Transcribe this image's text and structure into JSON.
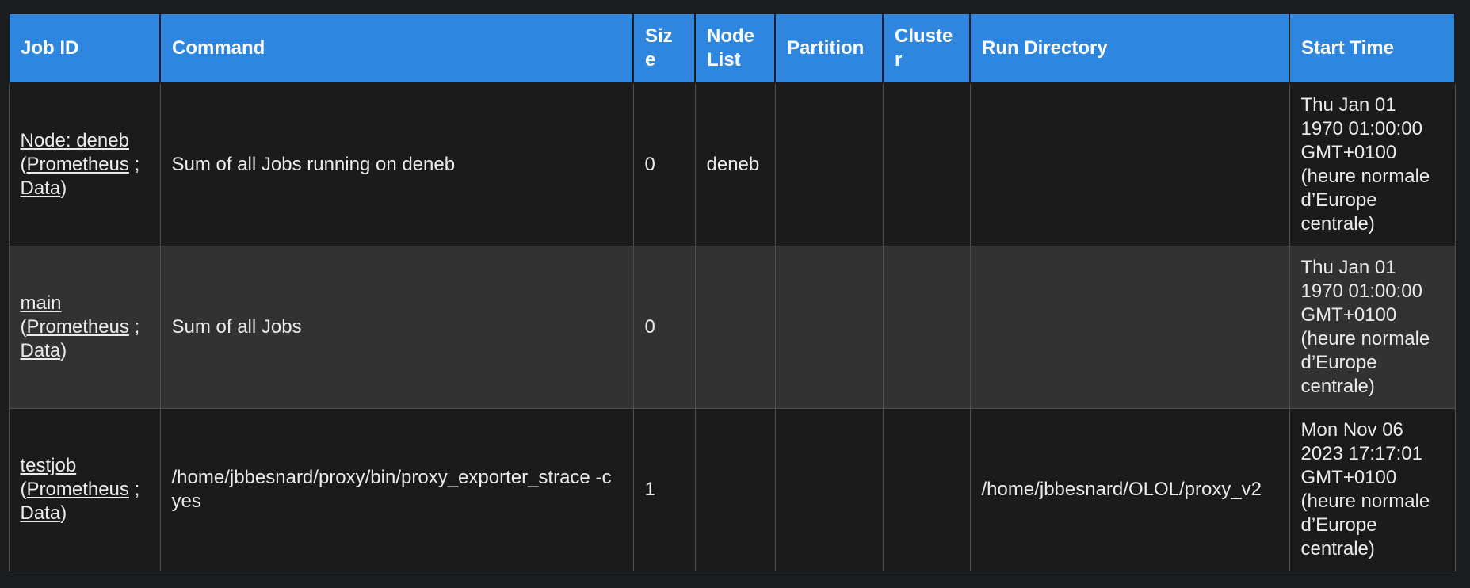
{
  "colors": {
    "header_background": "#2e86de",
    "header_text": "#ffffff",
    "row_dark_background": "#1b1b1b",
    "row_light_background": "#323233",
    "page_background": "#1b1c1e",
    "cell_border": "#4e4e50",
    "body_text": "#eaeaea"
  },
  "table": {
    "columns": [
      "Job ID",
      "Command",
      "Size",
      "Node List",
      "Partition",
      "Cluster",
      "Run Directory",
      "Start Time"
    ]
  },
  "punct": {
    "open": "(",
    "separator": " ; ",
    "close": ")"
  },
  "links": {
    "prometheus": "Prometheus",
    "data": "Data"
  },
  "rows": [
    {
      "job_id": "Node: deneb",
      "command": "Sum of all Jobs running on deneb",
      "size": "0",
      "node_list": "deneb",
      "partition": "",
      "cluster": "",
      "run_directory": "",
      "start_time": "Thu Jan 01 1970 01:00:00 GMT+0100 (heure normale d’Europe centrale)"
    },
    {
      "job_id": "main",
      "command": "Sum of all Jobs",
      "size": "0",
      "node_list": "",
      "partition": "",
      "cluster": "",
      "run_directory": "",
      "start_time": "Thu Jan 01 1970 01:00:00 GMT+0100 (heure normale d’Europe centrale)"
    },
    {
      "job_id": "testjob",
      "command": "/home/jbbesnard/proxy/bin/proxy_exporter_strace -c yes",
      "size": "1",
      "node_list": "",
      "partition": "",
      "cluster": "",
      "run_directory": "/home/jbbesnard/OLOL/proxy_v2",
      "start_time": "Mon Nov 06 2023 17:17:01 GMT+0100 (heure normale d’Europe centrale)"
    }
  ]
}
